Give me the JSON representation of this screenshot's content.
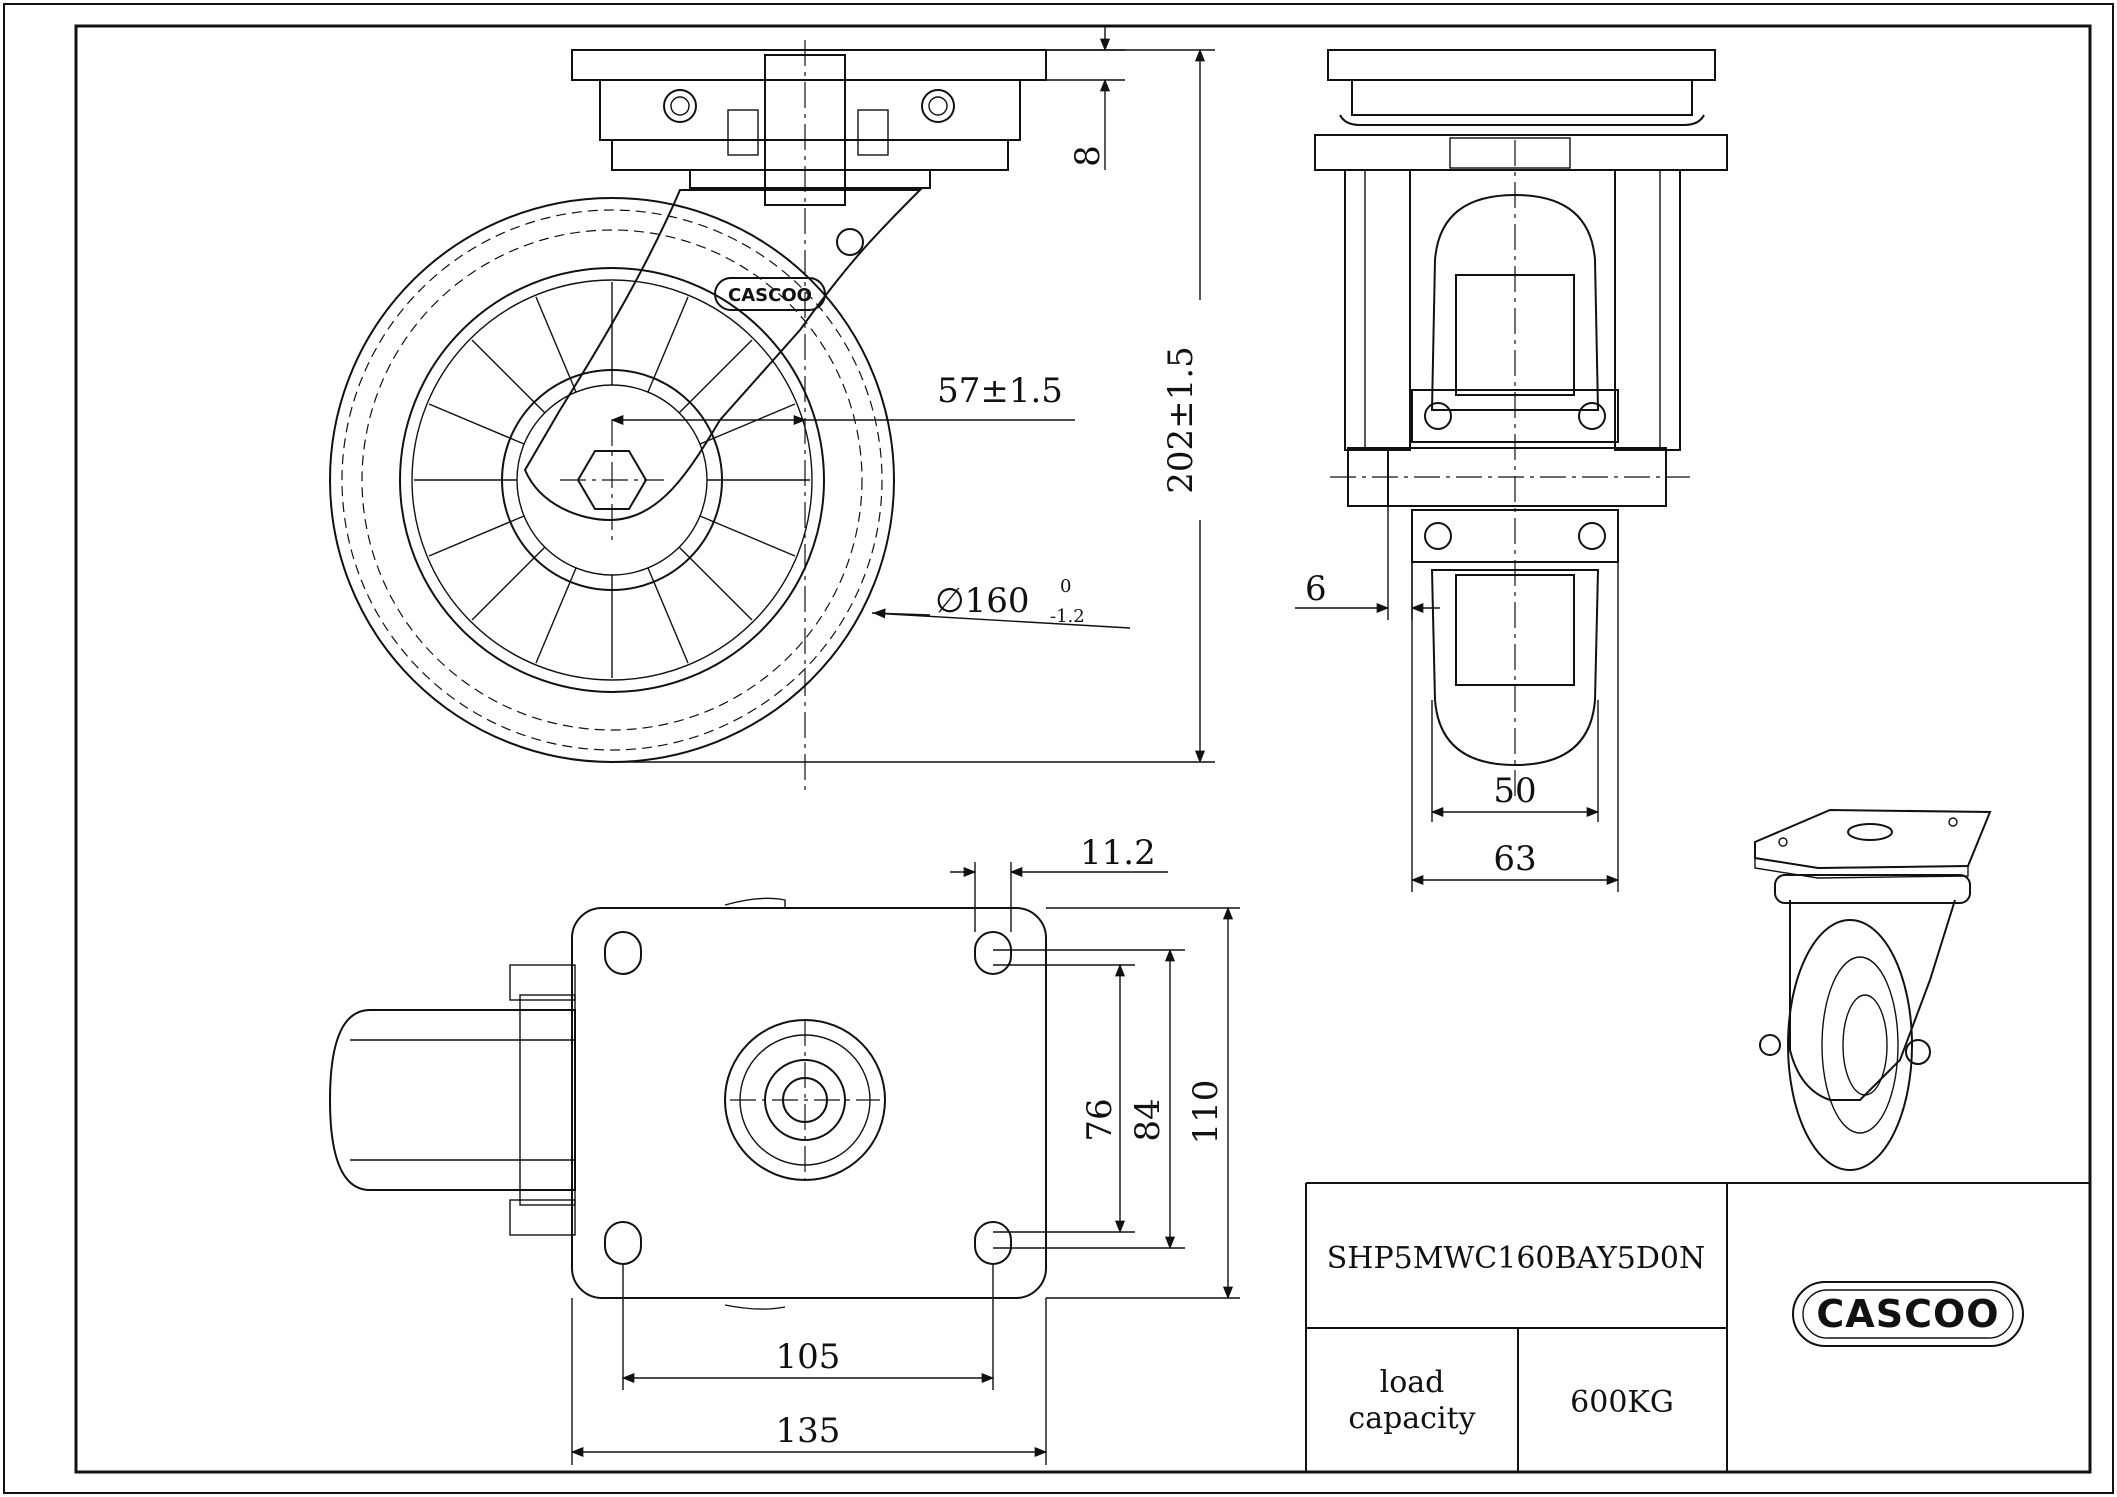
{
  "dimensions": {
    "top_plate_thickness": "8",
    "overall_height": "202±1.5",
    "offset": "57±1.5",
    "wheel_diameter": "∅160",
    "wheel_diameter_tol_upper": "0",
    "wheel_diameter_tol_lower": "-1.2",
    "side_gap": "6",
    "tread_width": "50",
    "hub_width": "63",
    "slot_width": "11.2",
    "bolt_spacing_short": "76",
    "bolt_spacing_long": "84",
    "plate_width": "110",
    "bolt_spacing_horizontal": "105",
    "plate_length": "135"
  },
  "brand": {
    "logo_text": "CASCOO"
  },
  "title_block": {
    "part_number": "SHP5MWC160BAY5D0N",
    "load_label_line1": "load",
    "load_label_line2": "capacity",
    "load_value": "600KG"
  }
}
